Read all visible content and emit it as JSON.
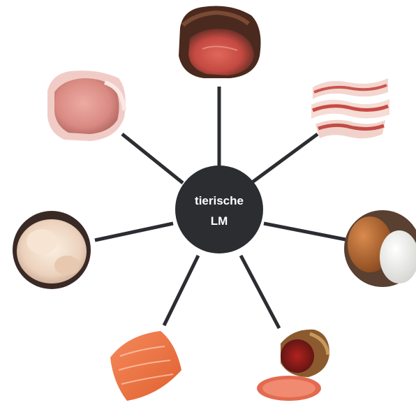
{
  "center": {
    "label_line1": "tierische",
    "label_line2": "LM",
    "fill": "#2b2d31",
    "text_color": "#ffffff"
  },
  "spoke_color": "#2b2d31",
  "items": [
    {
      "name": "smoked-ham-image"
    },
    {
      "name": "bacon-image"
    },
    {
      "name": "eggs-image"
    },
    {
      "name": "cured-sausage-image"
    },
    {
      "name": "salmon-image"
    },
    {
      "name": "whole-chicken-image"
    },
    {
      "name": "pork-loin-image"
    }
  ]
}
